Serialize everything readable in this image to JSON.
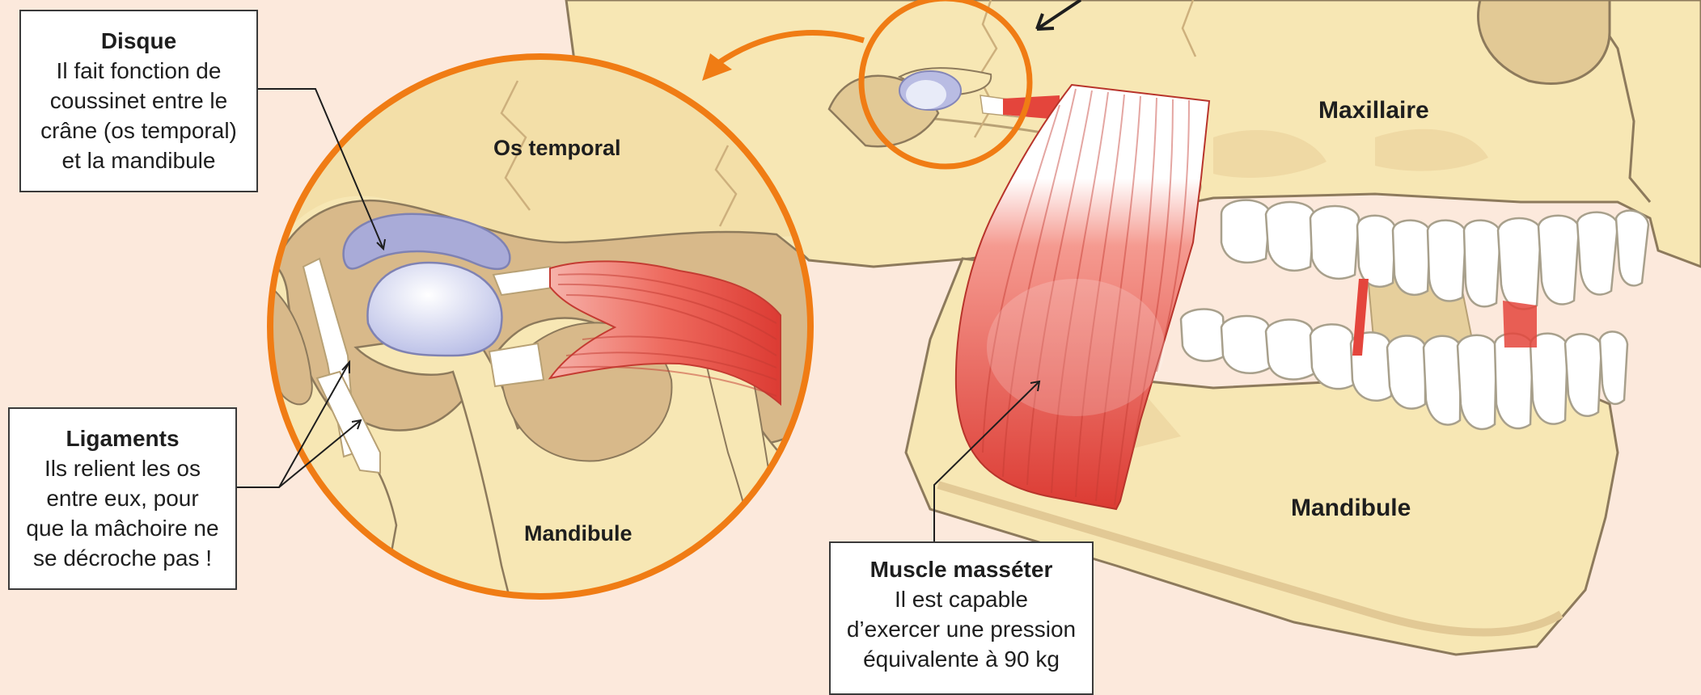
{
  "colors": {
    "background": "#fce9dc",
    "bone": "#f7e7b4",
    "bone_shadow": "#e2c995",
    "outline": "#8d7a5c",
    "cavity": "#d8b98a",
    "disc": "#a9abd8",
    "condyle": "#e3e6f7",
    "ligament": "#ffffff",
    "muscle": "#e4453c",
    "muscle_light": "#f28a7e",
    "accent": "#f07c14",
    "text": "#1e1e1e"
  },
  "labels": {
    "os_temporal": "Os temporal",
    "mandibule_zoom": "Mandibule",
    "maxillaire": "Maxillaire",
    "mandibule": "Mandibule"
  },
  "callouts": {
    "disque": {
      "title": "Disque",
      "text": "Il fait fonction de\ncoussinet entre le\ncrâne (os temporal)\net la mandibule"
    },
    "ligaments": {
      "title": "Ligaments",
      "text": "Ils relient les os\nentre eux, pour\nque la mâchoire ne\nse décroche pas !"
    },
    "masseter": {
      "title": "Muscle masséter",
      "text": "Il est capable\nd’exercer une pression\néquivalente à 90 kg"
    }
  }
}
